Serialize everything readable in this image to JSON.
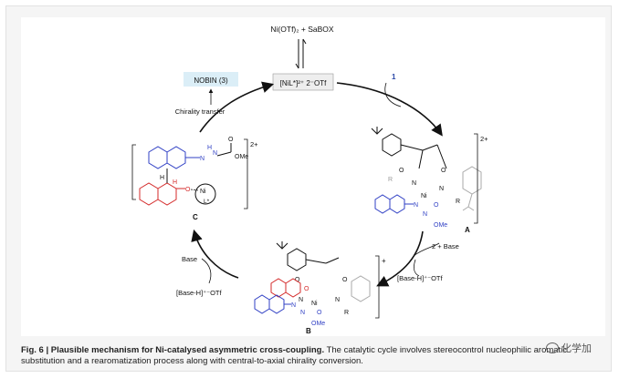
{
  "scheme": {
    "top_reagents": "Ni(OTf)₂ + SaBOX",
    "center_complex": "[NiL*]²⁺  2⁻OTf",
    "product_label": "NOBIN (3)",
    "chirality_transfer": "Chirality transfer",
    "step1_label": "1",
    "step2_label": "2 + Base",
    "byproduct_right": "[Base-H]⁺⁻OTf",
    "byproduct_left": "[Base-H]⁺⁻OTf",
    "base_label": "Base",
    "charge_2plus": "2+",
    "charge_plus": "+",
    "label_A": "A",
    "label_B": "B",
    "label_C": "C",
    "atoms": {
      "Ni": "Ni",
      "O": "O",
      "N": "N",
      "H": "H",
      "R": "R",
      "OMe": "OMe",
      "L": "L*",
      "NH": "H",
      "HN": "N"
    }
  },
  "caption": {
    "title": "Fig. 6 | Plausible mechanism for Ni-catalysed asymmetric cross-coupling.",
    "body": " The catalytic cycle involves stereocontrol nucleophilic aromatic substitution and a rearomatization process along with central-to-axial chirality conversion."
  },
  "watermark": "化学加"
}
